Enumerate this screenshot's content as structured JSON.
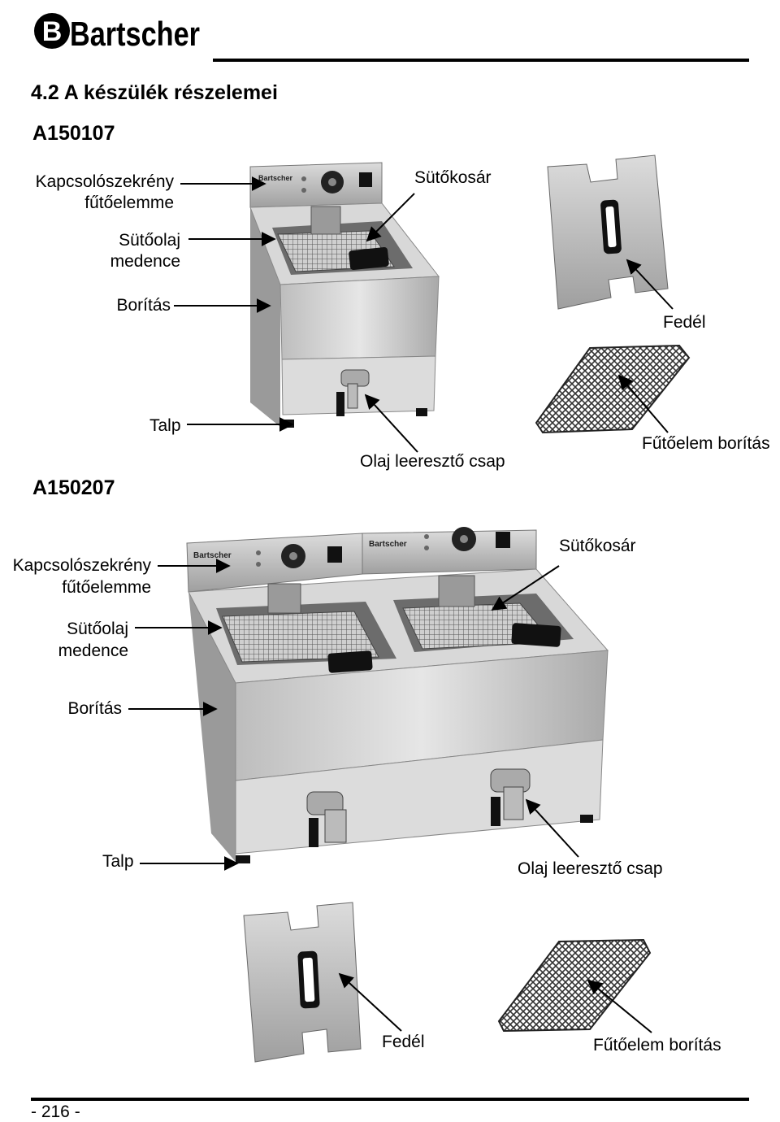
{
  "brand": {
    "logo_text": "Bartscher"
  },
  "section": {
    "title": "4.2 A készülék részelemei"
  },
  "model_single": {
    "code": "A150107",
    "labels": {
      "control_line1": "Kapcsolószekrény",
      "control_line2": "fűtőelemme",
      "oil_line1": "Sütőolaj",
      "oil_line2": "medence",
      "cover": "Borítás",
      "basket": "Sütőkosár",
      "lid": "Fedél",
      "foot": "Talp",
      "drain": "Olaj leeresztő csap",
      "heater_cover": "Fűtőelem borítás"
    }
  },
  "model_double": {
    "code": "A150207",
    "labels": {
      "control_line1": "Kapcsolószekrény",
      "control_line2": "fűtőelemme",
      "oil_line1": "Sütőolaj",
      "oil_line2": "medence",
      "cover": "Borítás",
      "basket": "Sütőkosár",
      "foot": "Talp",
      "drain": "Olaj leeresztő csap",
      "lid": "Fedél",
      "heater_cover": "Fűtőelem borítás"
    }
  },
  "footer": {
    "page_number": "- 216 -"
  }
}
